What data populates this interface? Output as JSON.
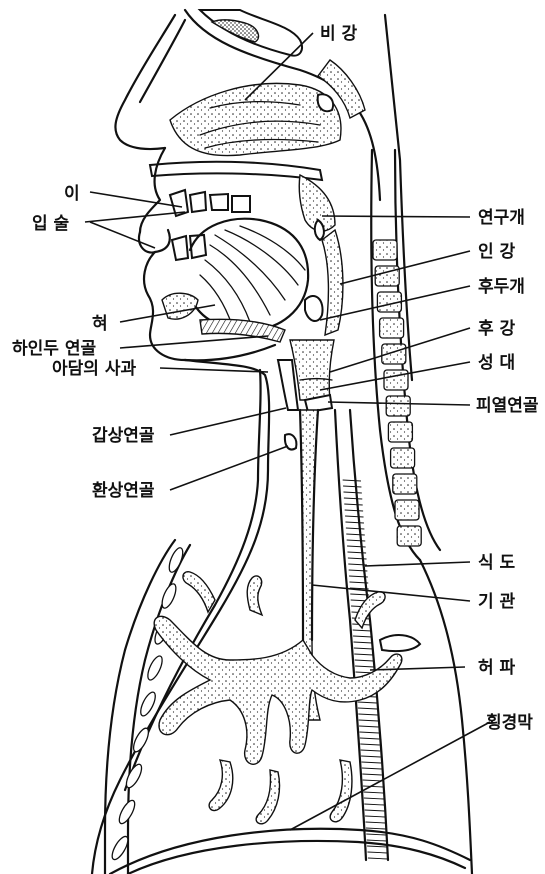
{
  "labels": {
    "nasal_cavity": "비 강",
    "teeth": "이",
    "lips": "입 술",
    "soft_palate": "연구개",
    "pharynx": "인 강",
    "epiglottis": "후두개",
    "tongue": "혀",
    "hyoid": "하인두 연골",
    "larynx": "후 강",
    "vocal_cords": "성 대",
    "adams_apple": "아담의 사과",
    "arytenoid": "피열연골",
    "thyroid_cartilage": "갑상연골",
    "cricoid_cartilage": "환상연골",
    "esophagus": "식 도",
    "trachea": "기 관",
    "lung": "허 파",
    "diaphragm": "횡경막"
  },
  "colors": {
    "ink": "#111111",
    "paper": "#ffffff"
  }
}
